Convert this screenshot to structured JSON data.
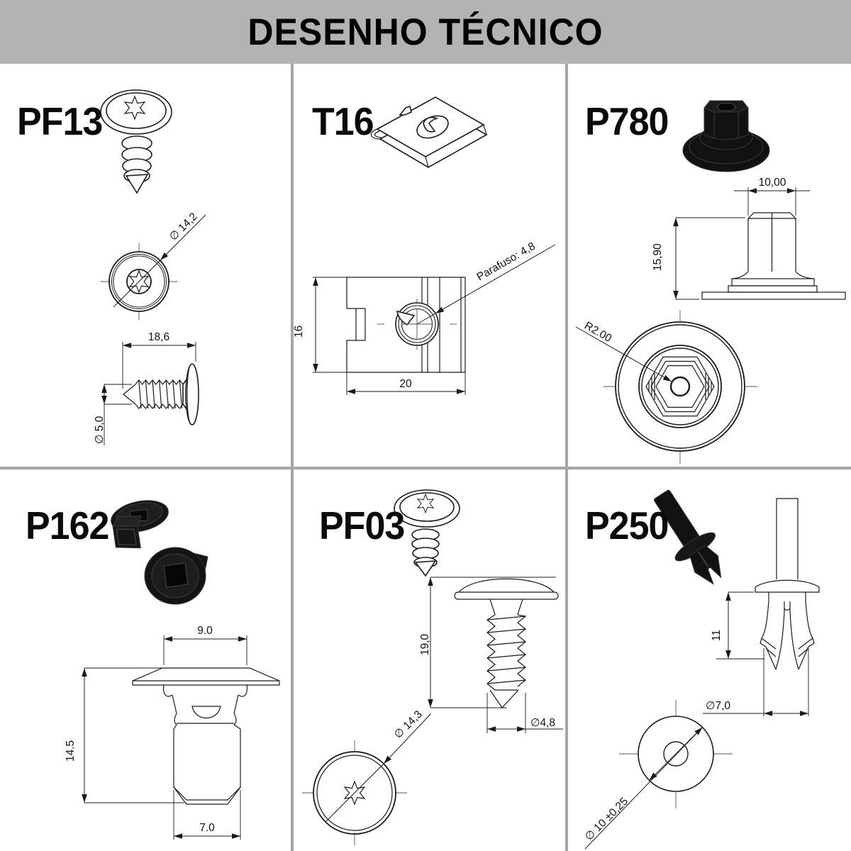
{
  "header": {
    "title": "DESENHO TÉCNICO",
    "bg": "#b3b3b3"
  },
  "divider_color": "#a6a6a6",
  "line_color": "#1a1a1a",
  "panels": {
    "pf13": {
      "label": "PF13",
      "dims": {
        "head_diameter": "∅ 14,2",
        "length": "18,6",
        "shank_diameter": "∅ 5,0"
      }
    },
    "t16": {
      "label": "T16",
      "dims": {
        "height": "16",
        "width": "20",
        "screw_note": "Parafuso: 4,8"
      }
    },
    "p780": {
      "label": "P780",
      "dims": {
        "hex_width": "10,00",
        "height": "15,90",
        "hole_radius": "R2.00"
      }
    },
    "p162": {
      "label": "P162",
      "dims": {
        "flange_width": "9.0",
        "height": "14.5",
        "body_width": "7.0"
      }
    },
    "pf03": {
      "label": "PF03",
      "dims": {
        "length": "19,0",
        "head_diameter": "∅ 14,3",
        "thread_diameter": "∅4,8"
      }
    },
    "p250": {
      "label": "P250",
      "dims": {
        "leg_length": "11",
        "leg_diameter": "∅7,0",
        "hole_diameter": "∅ 10 ±0,25"
      }
    }
  }
}
